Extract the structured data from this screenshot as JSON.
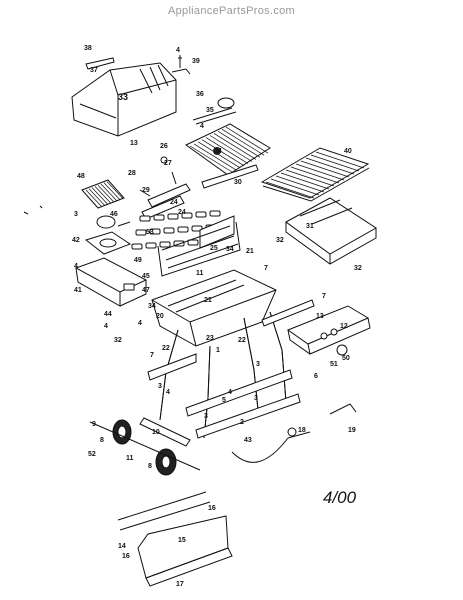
{
  "header": {
    "watermark": "AppliancePartsPros.com"
  },
  "date_mark": "4/00",
  "parts": [
    {
      "id": "p38",
      "num": "38"
    },
    {
      "id": "p37",
      "num": "37"
    },
    {
      "id": "p33",
      "num": "33"
    },
    {
      "id": "p4a",
      "num": "4"
    },
    {
      "id": "p39",
      "num": "39"
    },
    {
      "id": "p36",
      "num": "36"
    },
    {
      "id": "p35",
      "num": "35"
    },
    {
      "id": "p4b",
      "num": "4"
    },
    {
      "id": "p34a",
      "num": "34"
    },
    {
      "id": "p13a",
      "num": "13"
    },
    {
      "id": "p26",
      "num": "26"
    },
    {
      "id": "p27",
      "num": "27"
    },
    {
      "id": "p28",
      "num": "28"
    },
    {
      "id": "p29",
      "num": "29"
    },
    {
      "id": "p30",
      "num": "30"
    },
    {
      "id": "p40",
      "num": "40"
    },
    {
      "id": "p48a",
      "num": "48"
    },
    {
      "id": "p24a",
      "num": "24"
    },
    {
      "id": "p24b",
      "num": "24"
    },
    {
      "id": "p3a",
      "num": "3"
    },
    {
      "id": "p46",
      "num": "46"
    },
    {
      "id": "p42",
      "num": "42"
    },
    {
      "id": "p53",
      "num": "53"
    },
    {
      "id": "p31",
      "num": "31"
    },
    {
      "id": "p32a",
      "num": "32"
    },
    {
      "id": "p32b",
      "num": "32"
    },
    {
      "id": "p25",
      "num": "25"
    },
    {
      "id": "p34b",
      "num": "34"
    },
    {
      "id": "p21a",
      "num": "21"
    },
    {
      "id": "p4c",
      "num": "4"
    },
    {
      "id": "p49",
      "num": "49"
    },
    {
      "id": "p11",
      "num": "11"
    },
    {
      "id": "p7a",
      "num": "7"
    },
    {
      "id": "p45",
      "num": "45"
    },
    {
      "id": "p41",
      "num": "41"
    },
    {
      "id": "p47",
      "num": "47"
    },
    {
      "id": "p34c",
      "num": "34"
    },
    {
      "id": "p21b",
      "num": "21"
    },
    {
      "id": "p7b",
      "num": "7"
    },
    {
      "id": "p20",
      "num": "20"
    },
    {
      "id": "p44",
      "num": "44"
    },
    {
      "id": "p4d",
      "num": "4"
    },
    {
      "id": "p4e",
      "num": "4"
    },
    {
      "id": "p13b",
      "num": "13"
    },
    {
      "id": "p12",
      "num": "12"
    },
    {
      "id": "p32c",
      "num": "32"
    },
    {
      "id": "p22a",
      "num": "22"
    },
    {
      "id": "p23",
      "num": "23"
    },
    {
      "id": "p22b",
      "num": "22"
    },
    {
      "id": "p50",
      "num": "50"
    },
    {
      "id": "p7c",
      "num": "7"
    },
    {
      "id": "p51",
      "num": "51"
    },
    {
      "id": "p1",
      "num": "1"
    },
    {
      "id": "p3b",
      "num": "3"
    },
    {
      "id": "p3c",
      "num": "3"
    },
    {
      "id": "p4f",
      "num": "4"
    },
    {
      "id": "p6",
      "num": "6"
    },
    {
      "id": "p4g",
      "num": "4"
    },
    {
      "id": "p5",
      "num": "5"
    },
    {
      "id": "p3d",
      "num": "3"
    },
    {
      "id": "p9",
      "num": "9"
    },
    {
      "id": "p8a",
      "num": "8"
    },
    {
      "id": "p10",
      "num": "10"
    },
    {
      "id": "p3e",
      "num": "3"
    },
    {
      "id": "p2",
      "num": "2"
    },
    {
      "id": "p52",
      "num": "52"
    },
    {
      "id": "p11b",
      "num": "11"
    },
    {
      "id": "p8b",
      "num": "8"
    },
    {
      "id": "p43",
      "num": "43"
    },
    {
      "id": "p18",
      "num": "18"
    },
    {
      "id": "p19",
      "num": "19"
    },
    {
      "id": "p16a",
      "num": "16"
    },
    {
      "id": "p14",
      "num": "14"
    },
    {
      "id": "p15",
      "num": "15"
    },
    {
      "id": "p16b",
      "num": "16"
    },
    {
      "id": "p17",
      "num": "17"
    }
  ]
}
